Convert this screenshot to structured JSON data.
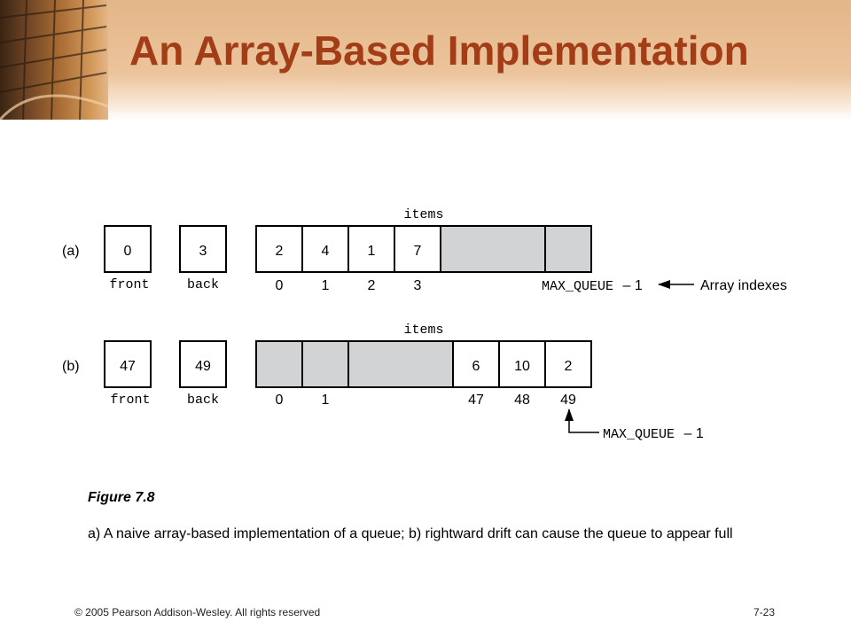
{
  "title": "An Array-Based Implementation",
  "diagram": {
    "part_a": {
      "label": "(a)",
      "front_value": "0",
      "back_value": "3",
      "front_label": "front",
      "back_label": "back",
      "items_label": "items",
      "items": [
        "2",
        "4",
        "1",
        "7",
        "",
        ""
      ],
      "indexes": [
        "0",
        "1",
        "2",
        "3"
      ],
      "last_index_label": "MAX_QUEUE",
      "last_index_suffix": "– 1",
      "arrow_label": "Array indexes"
    },
    "part_b": {
      "label": "(b)",
      "front_value": "47",
      "back_value": "49",
      "front_label": "front",
      "back_label": "back",
      "items_label": "items",
      "items": [
        "",
        "",
        "",
        "6",
        "10",
        "2"
      ],
      "indexes": [
        "0",
        "1",
        "47",
        "48",
        "49"
      ],
      "last_index_label": "MAX_QUEUE",
      "last_index_suffix": "– 1"
    }
  },
  "caption": {
    "figure_label": "Figure 7.8",
    "text": "a) A naive array-based implementation of a queue; b) rightward drift can cause the queue to appear full"
  },
  "footer": {
    "copyright": "© 2005 Pearson Addison-Wesley. All rights reserved",
    "slide_number": "7-23"
  },
  "colors": {
    "title": "#a33d17",
    "header_band": "#ecc49c",
    "empty_cell": "#d1d3d4"
  }
}
